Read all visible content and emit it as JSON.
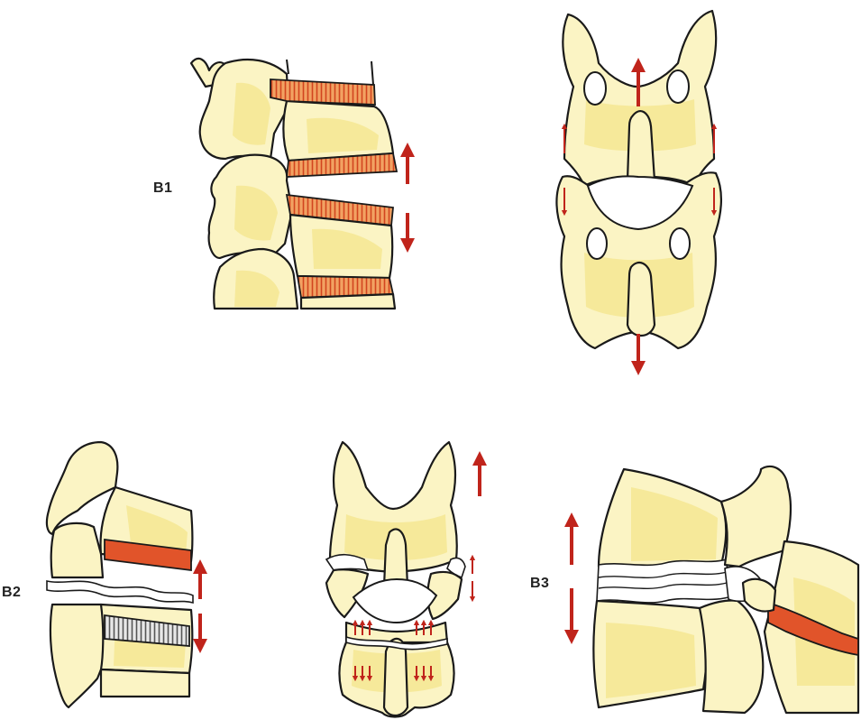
{
  "labels": {
    "b1": "B1",
    "b2": "B2",
    "b3": "B3"
  },
  "colors": {
    "bone_fill": "#fbf4c4",
    "bone_shade": "#f4e58c",
    "disc_orange": "#e1542a",
    "arrow_red": "#c0241b",
    "outline": "#1a1a1a"
  },
  "icons": {
    "arrow": "red-arrow-icon"
  }
}
